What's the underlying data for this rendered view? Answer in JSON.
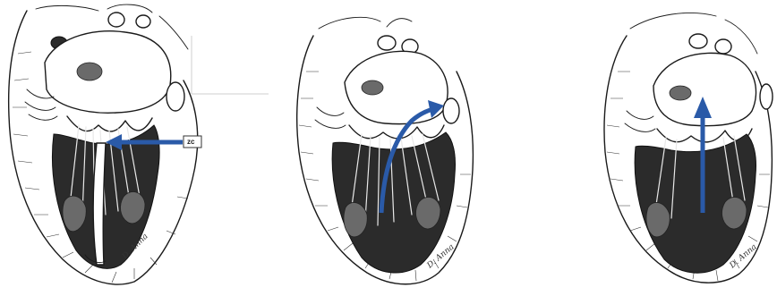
{
  "panels": [
    {
      "callout_label": "zc",
      "signature": "D. Anna",
      "arrow_color": "#2a5aa8"
    },
    {
      "signature": "D. Anna",
      "arrow_color": "#2a5aa8"
    },
    {
      "signature": "D. Anna",
      "arrow_color": "#2a5aa8"
    }
  ],
  "colors": {
    "ink": "#1a1a1a",
    "arrow": "#2a5aa8",
    "background": "#ffffff"
  }
}
